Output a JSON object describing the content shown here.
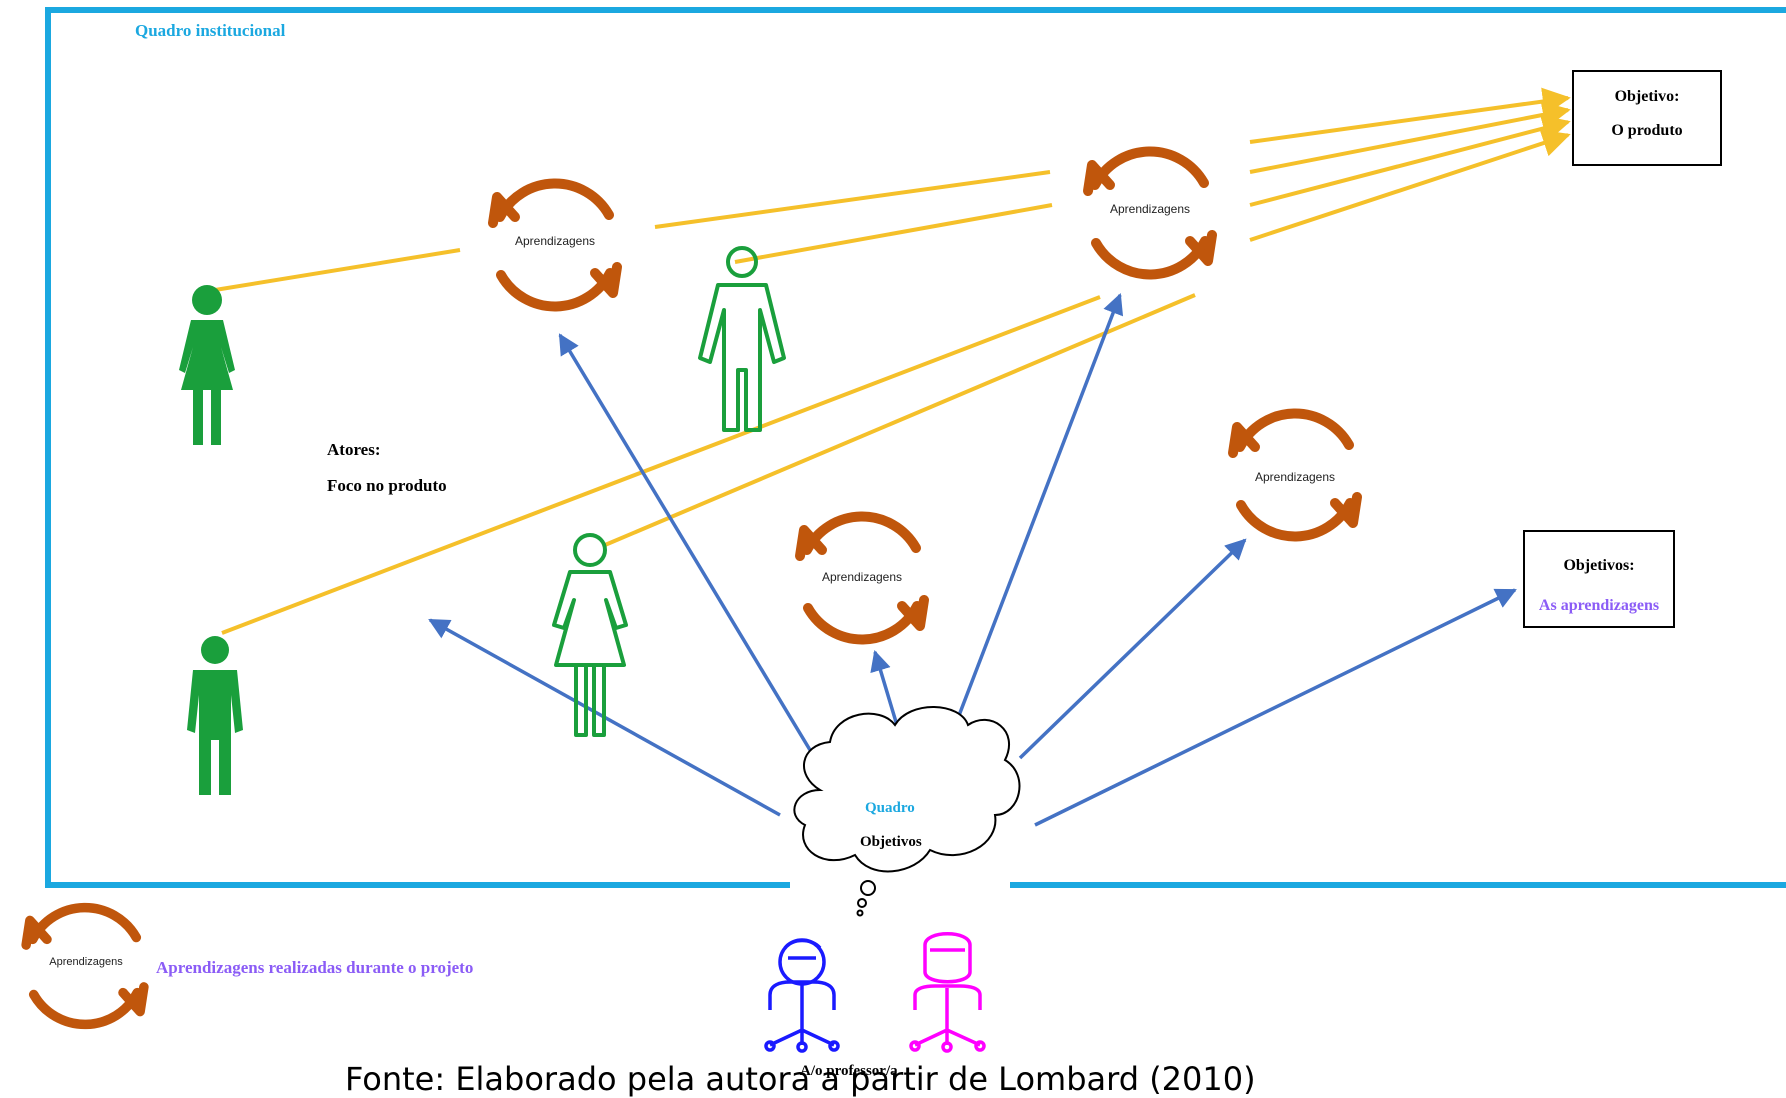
{
  "frame": {
    "title": "Quadro institucional"
  },
  "actors": {
    "line1": "Atores:",
    "line2": "Foco no produto"
  },
  "objective_product": {
    "line1": "Objetivo:",
    "line2": "O produto"
  },
  "objective_learning": {
    "line1": "Objetivos:",
    "line2": "As aprendizagens"
  },
  "cycle_label": "Aprendizagens",
  "cloud": {
    "line1": "Quadro",
    "line2": "Objetivos"
  },
  "legend": {
    "cycle_label": "Aprendizagens",
    "text": "Aprendizagens realizadas durante o projeto"
  },
  "teacher_label": "A/o professor/a",
  "caption": "Fonte: Elaborado pela autora a partir de Lombard (2010)",
  "colors": {
    "frame": "#1ba8e0",
    "product_arrows": "#f5c02a",
    "learning_arrows": "#4472c4",
    "cycles": "#c0560c",
    "actors": "#1a9f3c",
    "teacher_blue": "#1a1aff",
    "teacher_pink": "#ff00ff",
    "purple_text": "#8b5cf6"
  }
}
